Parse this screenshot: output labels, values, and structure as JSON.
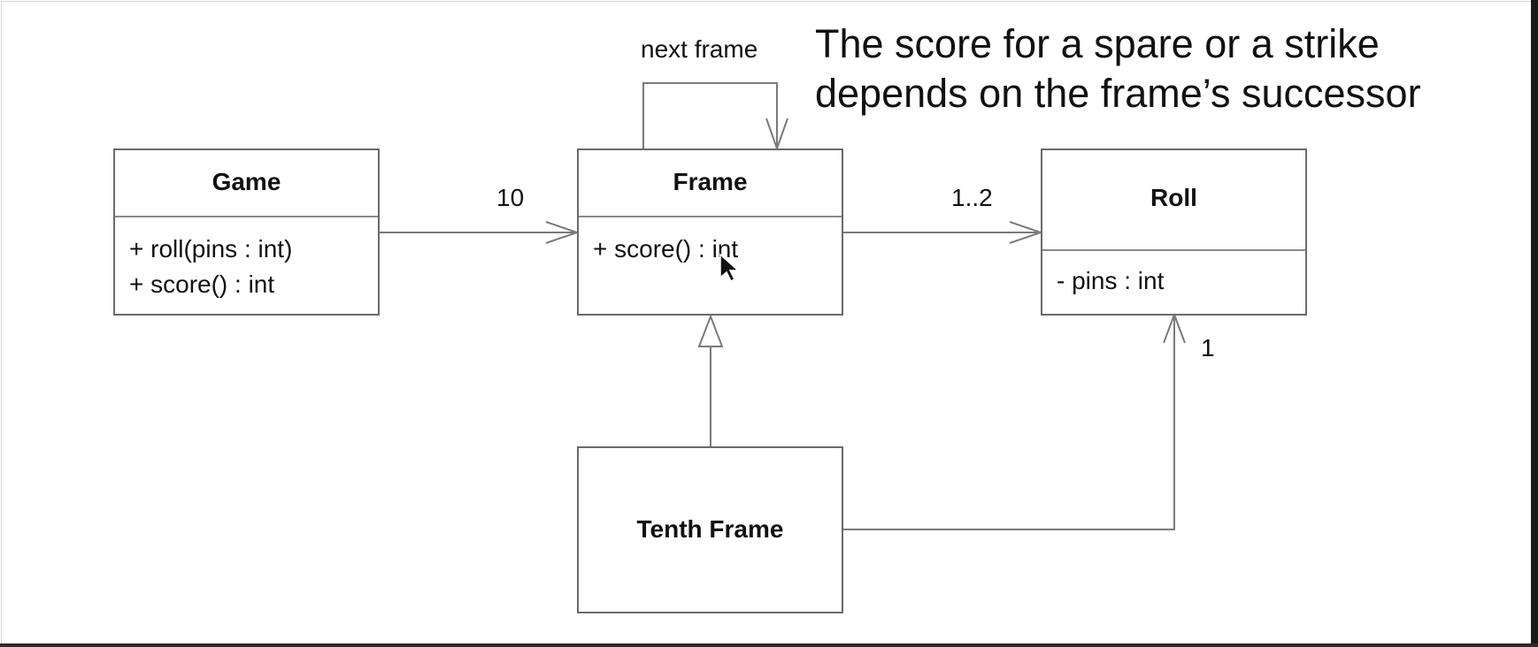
{
  "headline": {
    "line1": "The score for a spare or a strike",
    "line2": "depends on the frame’s successor"
  },
  "classes": {
    "game": {
      "name": "Game",
      "members": [
        "+ roll(pins : int)",
        "+ score() : int"
      ]
    },
    "frame": {
      "name": "Frame",
      "members": [
        "+ score() : int"
      ]
    },
    "roll": {
      "name": "Roll",
      "members": [
        "- pins : int"
      ]
    },
    "tenth_frame": {
      "name": "Tenth Frame"
    }
  },
  "associations": {
    "self_label": "next frame",
    "game_to_frame": "10",
    "frame_to_roll": "1..2",
    "tenth_to_roll": "1"
  },
  "colors": {
    "line": "#7a7a7a",
    "box_border": "#6a6a6a",
    "text": "#111111"
  }
}
